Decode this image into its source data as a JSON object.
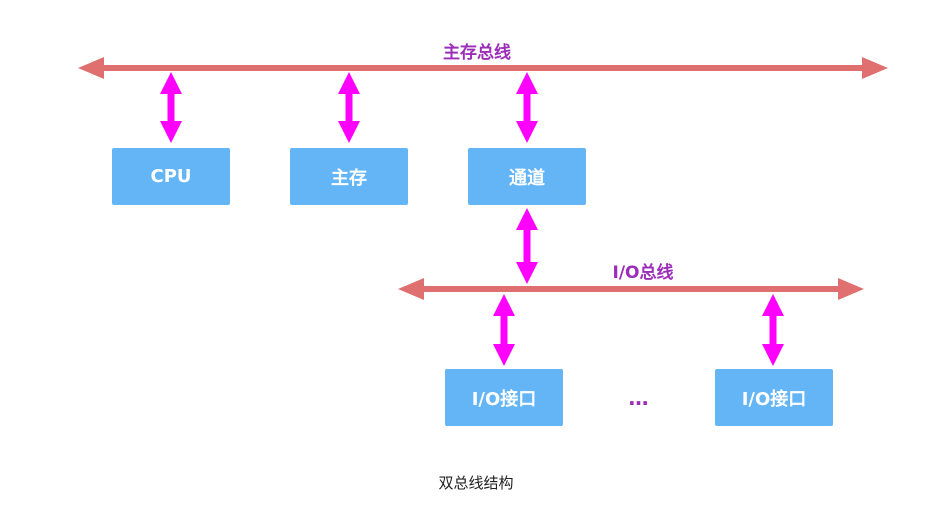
{
  "buses": {
    "main_bus_label": "主存总线",
    "io_bus_label": "I/O总线"
  },
  "boxes": {
    "cpu": "CPU",
    "main_memory": "主存",
    "channel": "通道",
    "io_interface_1": "I/O接口",
    "io_interface_2": "I/O接口"
  },
  "ellipsis": "…",
  "caption": "双总线结构",
  "colors": {
    "bus": "#e07070",
    "connector": "#ff00ff",
    "box": "#64b5f6",
    "label": "#9b2db8"
  }
}
